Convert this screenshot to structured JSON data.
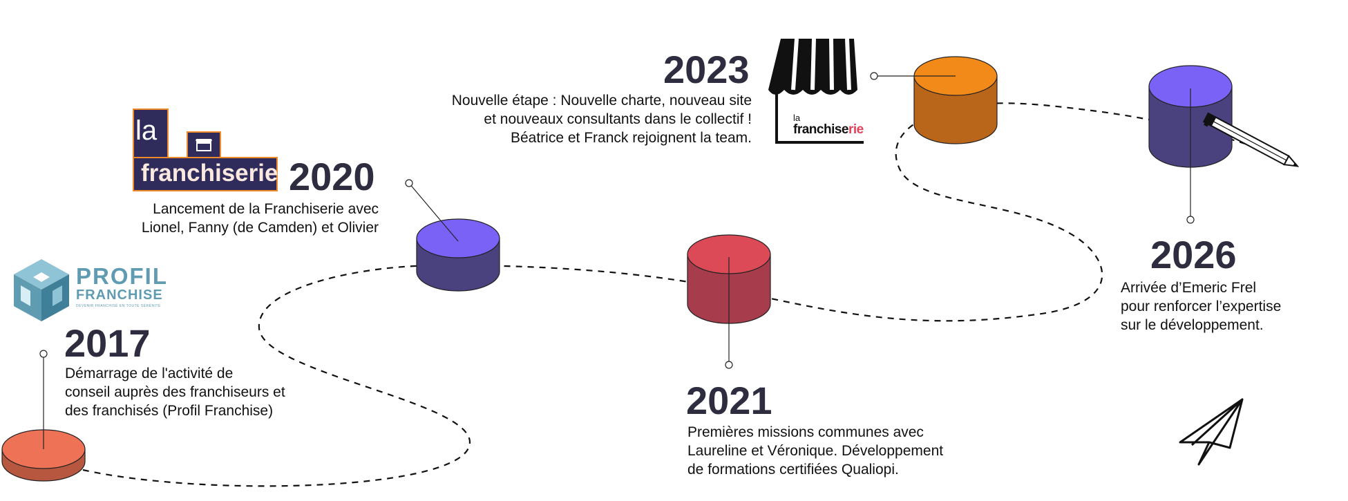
{
  "timeline": {
    "events": [
      {
        "year": "2017",
        "lines": [
          "Démarrage de l'activité de",
          "conseil auprès des franchiseurs et",
          "des franchisés (Profil Franchise)"
        ]
      },
      {
        "year": "2020",
        "lines": [
          "Lancement de la Franchiserie avec",
          "Lionel, Fanny (de Camden) et Olivier"
        ]
      },
      {
        "year": "2021",
        "lines": [
          "Premières missions communes avec",
          "Laureline et Véronique. Développement",
          "de formations certifiées Qualiopi."
        ]
      },
      {
        "year": "2023",
        "lines": [
          "Nouvelle étape : Nouvelle charte, nouveau site",
          "et nouveaux consultants dans le collectif !",
          "Béatrice et Franck rejoignent la team."
        ]
      },
      {
        "year": "2026",
        "lines": [
          "Arrivée d’Emeric Frel",
          "pour renforcer l’expertise",
          "sur le développement."
        ]
      }
    ]
  },
  "logos": {
    "profil": {
      "line1": "PROFIL",
      "line2": "FRANCHISE",
      "tagline": "DEVENIR FRANCHISÉ EN TOUTE SÉRÉNITÉ"
    },
    "franchiserie_old": {
      "word1": "la",
      "word2": "franchiserie"
    },
    "franchiserie_new": {
      "word1": "la",
      "word2a": "franchise",
      "word2b": "rie"
    }
  },
  "colors": {
    "year_text": "#2e2d3f",
    "cyl_2017": "#ee7256",
    "cyl_2020": "#7a62f7",
    "cyl_2021": "#dc4a58",
    "cyl_2023": "#f28a1a",
    "cyl_2026": "#7a62f7",
    "logo_navy": "#2f2c5b",
    "logo_orange": "#f08a2a",
    "logo_red": "#e0435a",
    "profil_teal": "#5f9bb1"
  },
  "icons": [
    "pencil-icon",
    "paper-plane-icon",
    "storefront-awning-icon"
  ]
}
